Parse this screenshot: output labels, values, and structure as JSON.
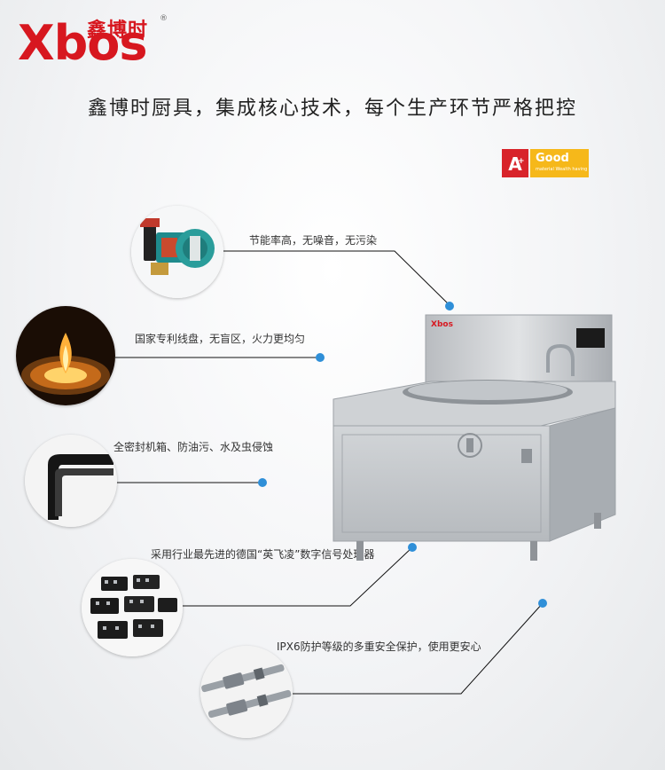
{
  "brand": {
    "logo_text": "Xbos",
    "logo_cn": "鑫博时",
    "registered": "®"
  },
  "headline": "鑫博时厨具，集成核心技术，每个生产环节严格把控",
  "badge": {
    "grade": "A",
    "plus": "+",
    "label": "Good",
    "sub": "material Wealth having"
  },
  "features": [
    {
      "text": "节能率高，无噪音，无污染",
      "icon": "water-pump"
    },
    {
      "text": "国家专利线盘，无盲区，火力更均匀",
      "icon": "induction-coil-flame"
    },
    {
      "text": "全密封机箱、防油污、水及虫侵蚀",
      "icon": "rubber-seal-strip"
    },
    {
      "text": "采用行业最先进的德国“英飞凌”数字信号处理器",
      "icon": "igbt-modules"
    },
    {
      "text": "IPX6防护等级的多重安全保护，使用更安心",
      "icon": "sensor-probes"
    }
  ],
  "product": {
    "name": "single-basin-induction-stove",
    "front_label": "Xbos"
  },
  "colors": {
    "brand_red": "#d7171f",
    "dot_blue": "#2f8fd8",
    "badge_yellow": "#f6b81a",
    "steel": "#c9ccd0"
  }
}
